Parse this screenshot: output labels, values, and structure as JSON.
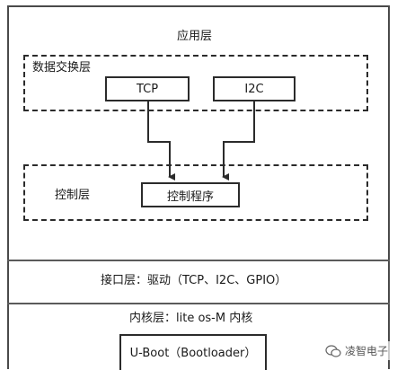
{
  "application_layer": {
    "title": "应用层"
  },
  "data_exchange_layer": {
    "title": "数据交换层",
    "nodes": [
      "TCP",
      "I2C"
    ]
  },
  "control_layer": {
    "title": "控制层",
    "program": "控制程序"
  },
  "interface_layer": {
    "text": "接口层：驱动（TCP、I2C、GPIO）"
  },
  "kernel_layer": {
    "text": "内核层：lite os-M 内核",
    "bootloader": "U-Boot（Bootloader）"
  },
  "watermark": {
    "text": "凌智电子"
  },
  "colors": {
    "line": "#2b2b2b",
    "border": "#4a4a4a",
    "text": "#1a1a1a"
  }
}
